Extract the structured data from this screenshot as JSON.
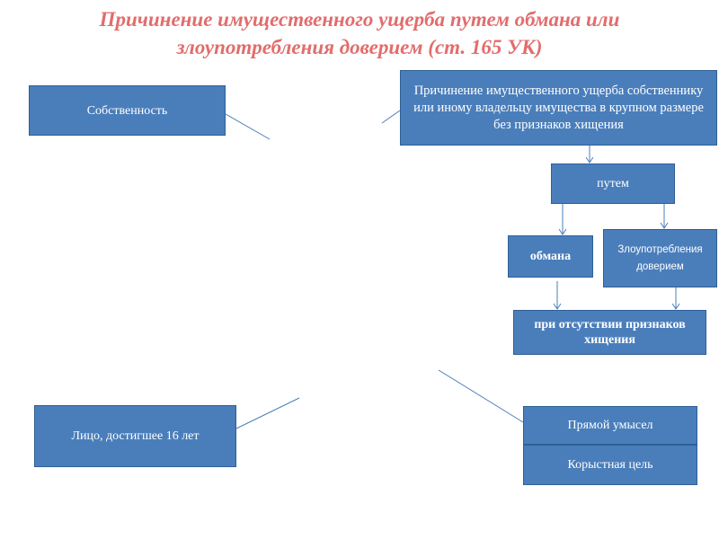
{
  "title": {
    "line1": "Причинение имущественного ущерба путем обмана или",
    "line2": "злоупотребления доверием (ст. 165 УК)"
  },
  "boxes": {
    "object": "Собственность",
    "objective": "Причинение имущественного ущерба собственнику или иному владельцу имущества в крупном размере без признаков хищения",
    "by_means": "путем",
    "deception": "обмана",
    "abuse_of_trust": "Злоупотребления доверием",
    "no_theft": "при отсутствии признаков хищения",
    "subject": "Лицо, достигшее 16 лет",
    "direct_intent": "Прямой умысел",
    "mercenary_purpose": "Корыстная цель"
  },
  "colors": {
    "title": "#e36c6c",
    "box": "#4a7ebb",
    "line": "#4a7ebb"
  }
}
